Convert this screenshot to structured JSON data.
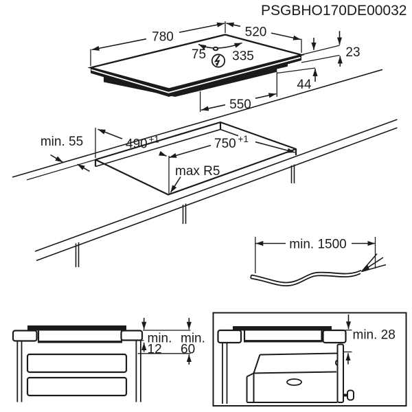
{
  "title_code": "PSGBHO170DE00032",
  "hob": {
    "width": "780",
    "depth": "520",
    "hole_from_edge": "75",
    "hole_from_side": "335",
    "glass_height": "23",
    "box_height": "44",
    "base_width": "550"
  },
  "cutout": {
    "wall_clearance": "min. 55",
    "depth": "490",
    "depth_tol": "+1",
    "width": "750",
    "width_tol": "+1",
    "corner_radius": "max R5"
  },
  "cable": {
    "length": "min. 1500"
  },
  "drawer_section": {
    "min_label_1": "min.",
    "gap_1": "12",
    "min_label_2": "min.",
    "gap_2": "60"
  },
  "oven_section": {
    "clearance": "min. 28"
  }
}
